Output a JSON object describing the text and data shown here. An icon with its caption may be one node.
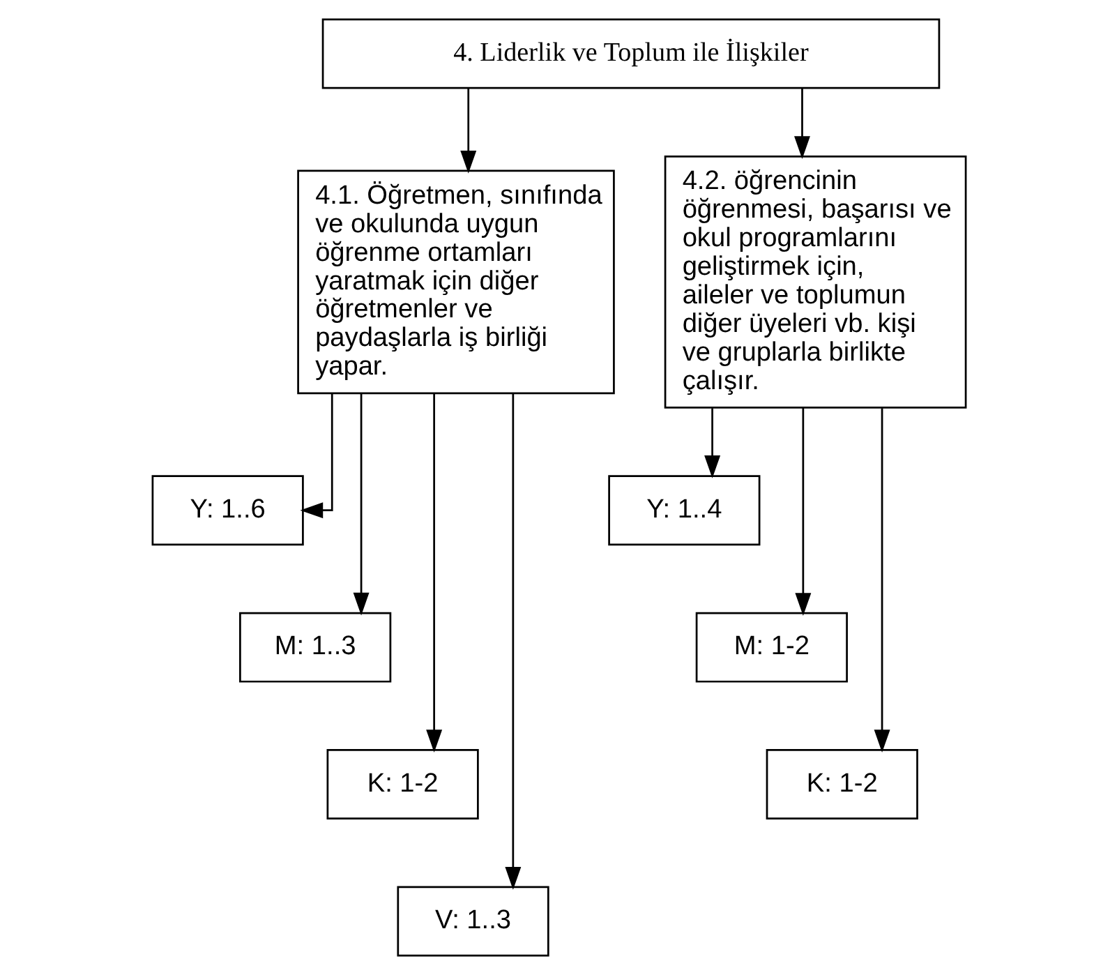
{
  "diagram": {
    "nodes": [
      {
        "text": [
          "4. Liderlik ve Toplum ile İlişkiler"
        ]
      },
      {
        "text": [
          "4.1. Öğretmen, sınıfında ve okulunda uygun öğrenme ortamları yaratmak için diğer öğretmenler ve paydaşlarla iş birliği yapar."
        ]
      },
      {
        "text": [
          "4.2. öğrencinin öğrenmesi, başarısı ve okul programlarını geliştirmek için, aileler ve toplumun diğer üyeleri vb. kişi ve gruplarla birlikte çalışır."
        ]
      },
      {
        "text": [
          "Y: 1..6"
        ]
      },
      {
        "text": [
          "M: 1..3"
        ]
      },
      {
        "text": [
          "K: 1-2"
        ]
      },
      {
        "text": [
          "V: 1..3"
        ]
      },
      {
        "text": [
          "Y: 1..4"
        ]
      },
      {
        "text": [
          "M: 1-2"
        ]
      },
      {
        "text": [
          "K: 1-2"
        ]
      }
    ],
    "edges": [
      {
        "from": 0,
        "to": 1,
        "arrow": "to"
      },
      {
        "from": 0,
        "to": 2,
        "arrow": "to"
      },
      {
        "from": 1,
        "to": 3,
        "arrow": "to"
      },
      {
        "from": 1,
        "to": 4,
        "arrow": "to"
      },
      {
        "from": 1,
        "to": 5,
        "arrow": "to"
      },
      {
        "from": 1,
        "to": 6,
        "arrow": "to"
      },
      {
        "from": 2,
        "to": 7,
        "arrow": "to"
      },
      {
        "from": 2,
        "to": 8,
        "arrow": "to"
      },
      {
        "from": 2,
        "to": 9,
        "arrow": "to"
      }
    ]
  }
}
